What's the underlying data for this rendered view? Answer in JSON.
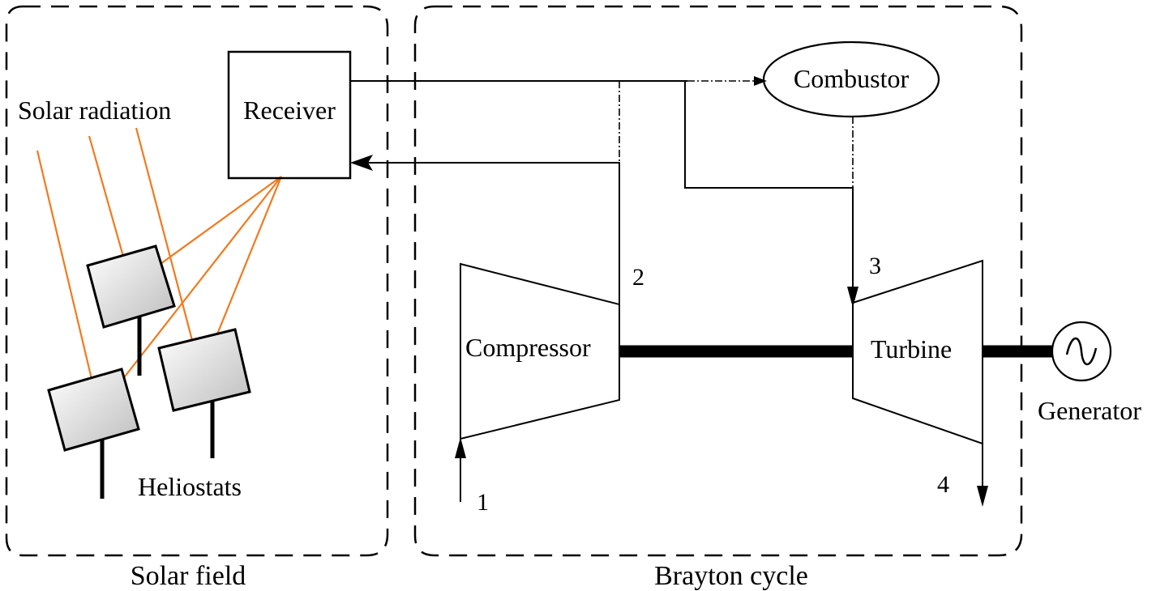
{
  "regions": {
    "solar_field": "Solar field",
    "brayton_cycle": "Brayton cycle"
  },
  "components": {
    "receiver": "Receiver",
    "combustor": "Combustor",
    "compressor": "Compressor",
    "turbine": "Turbine",
    "generator": "Generator",
    "heliostats": "Heliostats",
    "solar_radiation": "Solar radiation"
  },
  "state_points": {
    "p1": "1",
    "p2": "2",
    "p3": "3",
    "p4": "4"
  },
  "colors": {
    "solar_ray": "#f07a1e",
    "line": "#000000",
    "background": "#ffffff"
  },
  "icons": {
    "generator_symbol": "sine-wave-icon"
  }
}
